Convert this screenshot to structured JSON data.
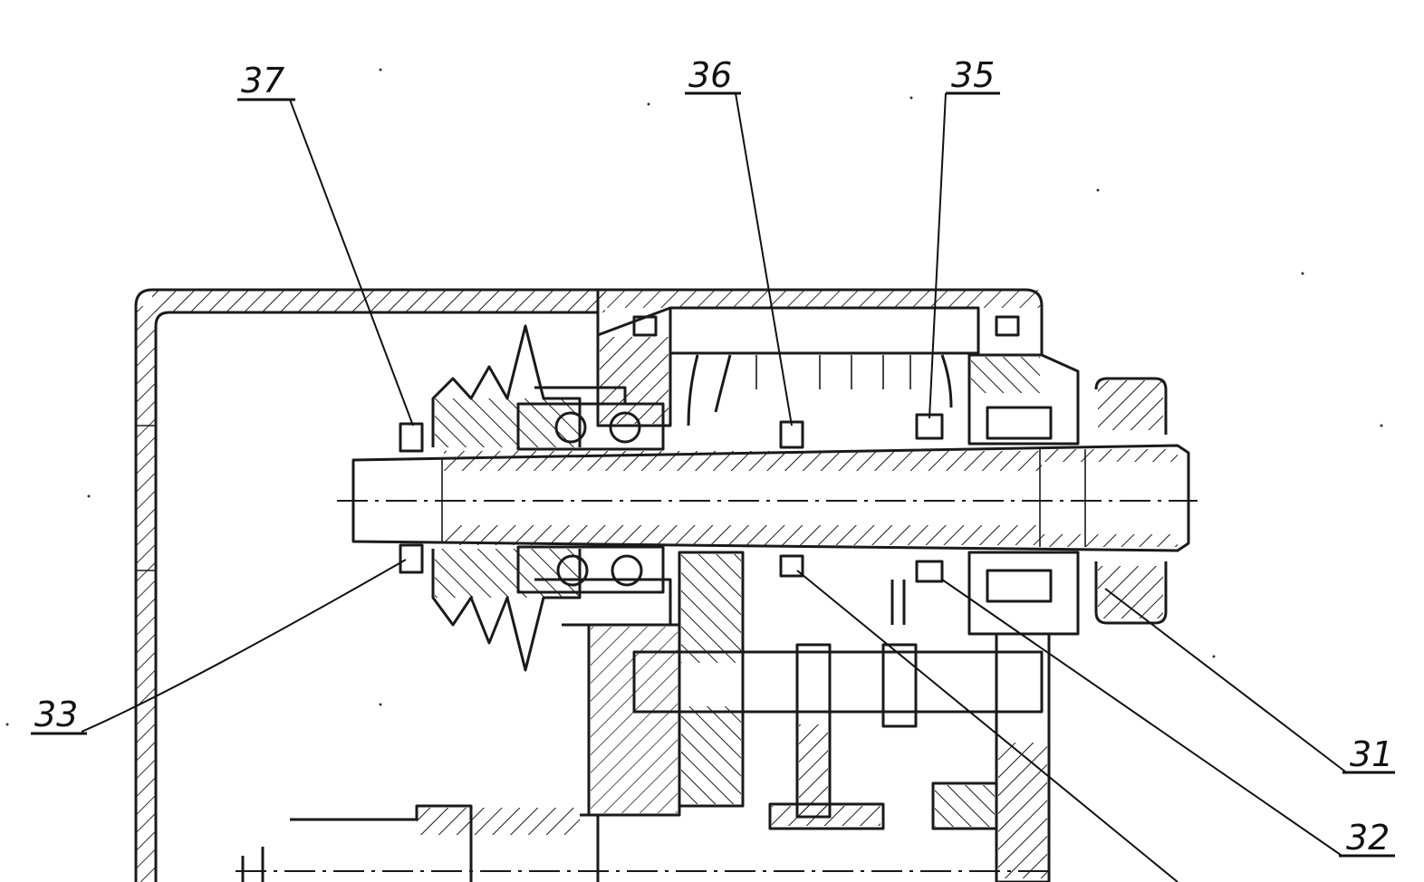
{
  "callouts": {
    "c37": "37",
    "c36": "36",
    "c35": "35",
    "c33": "33",
    "c31": "31",
    "c32": "32"
  },
  "colors": {
    "ink": "#111111",
    "paper": "#ffffff"
  }
}
